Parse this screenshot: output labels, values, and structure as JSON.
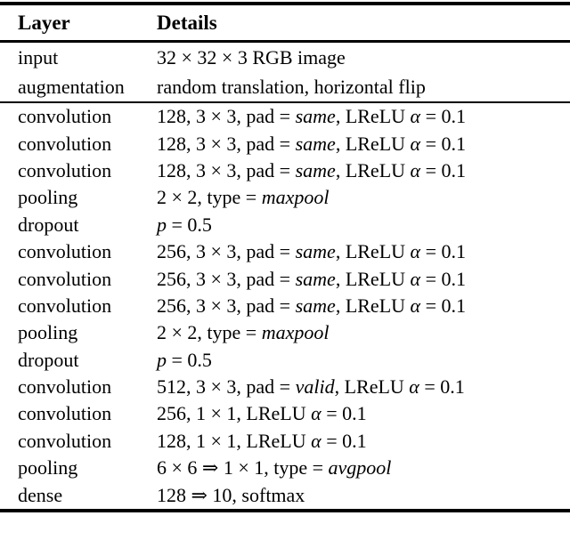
{
  "colors": {
    "text": "#000000",
    "background": "#ffffff",
    "rule": "#000000"
  },
  "table": {
    "header": {
      "layer": "Layer",
      "details": "Details"
    },
    "sections": [
      {
        "name": "input-section",
        "rows": [
          {
            "layer": "input",
            "details": [
              {
                "t": "32 × 32 × 3 RGB image"
              }
            ]
          },
          {
            "layer": "augmentation",
            "details": [
              {
                "t": "random translation, horizontal flip"
              }
            ]
          }
        ]
      },
      {
        "name": "network-section",
        "rows": [
          {
            "layer": "convolution",
            "details": [
              {
                "t": "128, 3 × 3, pad = "
              },
              {
                "t": "same",
                "i": true
              },
              {
                "t": ", LReLU "
              },
              {
                "t": "α",
                "i": true
              },
              {
                "t": " = 0.1"
              }
            ]
          },
          {
            "layer": "convolution",
            "details": [
              {
                "t": "128, 3 × 3, pad = "
              },
              {
                "t": "same",
                "i": true
              },
              {
                "t": ", LReLU "
              },
              {
                "t": "α",
                "i": true
              },
              {
                "t": " = 0.1"
              }
            ]
          },
          {
            "layer": "convolution",
            "details": [
              {
                "t": "128, 3 × 3, pad = "
              },
              {
                "t": "same",
                "i": true
              },
              {
                "t": ", LReLU "
              },
              {
                "t": "α",
                "i": true
              },
              {
                "t": " = 0.1"
              }
            ]
          },
          {
            "layer": "pooling",
            "details": [
              {
                "t": "2 × 2, type = "
              },
              {
                "t": "maxpool",
                "i": true
              }
            ]
          },
          {
            "layer": "dropout",
            "details": [
              {
                "t": "p",
                "i": true
              },
              {
                "t": " = 0.5"
              }
            ]
          },
          {
            "layer": "convolution",
            "details": [
              {
                "t": "256, 3 × 3, pad = "
              },
              {
                "t": "same",
                "i": true
              },
              {
                "t": ", LReLU "
              },
              {
                "t": "α",
                "i": true
              },
              {
                "t": " = 0.1"
              }
            ]
          },
          {
            "layer": "convolution",
            "details": [
              {
                "t": "256, 3 × 3, pad = "
              },
              {
                "t": "same",
                "i": true
              },
              {
                "t": ", LReLU "
              },
              {
                "t": "α",
                "i": true
              },
              {
                "t": " = 0.1"
              }
            ]
          },
          {
            "layer": "convolution",
            "details": [
              {
                "t": "256, 3 × 3, pad = "
              },
              {
                "t": "same",
                "i": true
              },
              {
                "t": ", LReLU "
              },
              {
                "t": "α",
                "i": true
              },
              {
                "t": " = 0.1"
              }
            ]
          },
          {
            "layer": "pooling",
            "details": [
              {
                "t": "2 × 2, type = "
              },
              {
                "t": "maxpool",
                "i": true
              }
            ]
          },
          {
            "layer": "dropout",
            "details": [
              {
                "t": "p",
                "i": true
              },
              {
                "t": " = 0.5"
              }
            ]
          },
          {
            "layer": "convolution",
            "details": [
              {
                "t": "512, 3 × 3, pad = "
              },
              {
                "t": "valid",
                "i": true
              },
              {
                "t": ", LReLU "
              },
              {
                "t": "α",
                "i": true
              },
              {
                "t": " = 0.1"
              }
            ]
          },
          {
            "layer": "convolution",
            "details": [
              {
                "t": "256, 1 × 1, LReLU "
              },
              {
                "t": "α",
                "i": true
              },
              {
                "t": " = 0.1"
              }
            ]
          },
          {
            "layer": "convolution",
            "details": [
              {
                "t": "128, 1 × 1, LReLU "
              },
              {
                "t": "α",
                "i": true
              },
              {
                "t": " = 0.1"
              }
            ]
          },
          {
            "layer": "pooling",
            "details": [
              {
                "t": "6 × 6 ⇒ 1 × 1, type = "
              },
              {
                "t": "avgpool",
                "i": true
              }
            ]
          },
          {
            "layer": "dense",
            "details": [
              {
                "t": "128 ⇒ 10, softmax"
              }
            ]
          }
        ]
      }
    ]
  }
}
